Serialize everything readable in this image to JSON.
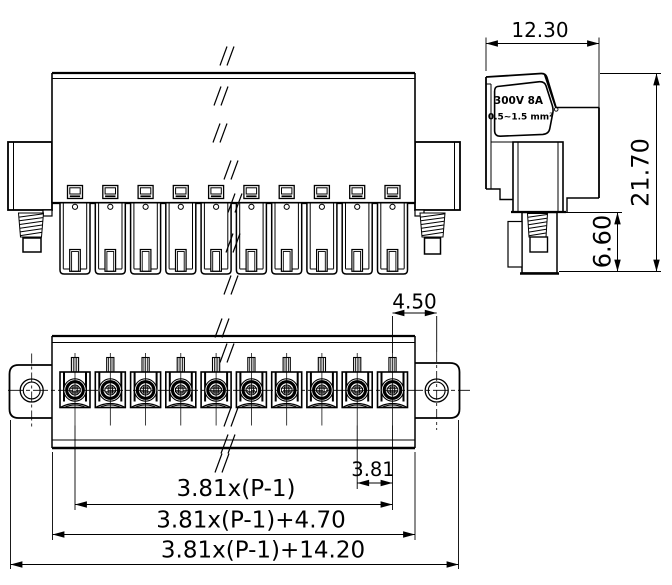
{
  "drawing": {
    "side_view": {
      "rating_line1": "300V 8A",
      "rating_line2": "0.5~1.5 mm²"
    },
    "dimensions": {
      "width": "12.30",
      "total_height": "21.70",
      "base_height": "6.60",
      "flange_hole_offset": "4.50",
      "pitch": "3.81",
      "pitch_span": "3.81x(P-1)",
      "body_length": "3.81x(P-1)+4.70",
      "overall_length": "3.81x(P-1)+14.20"
    },
    "colors": {
      "line": "#000000",
      "background": "#ffffff"
    }
  }
}
